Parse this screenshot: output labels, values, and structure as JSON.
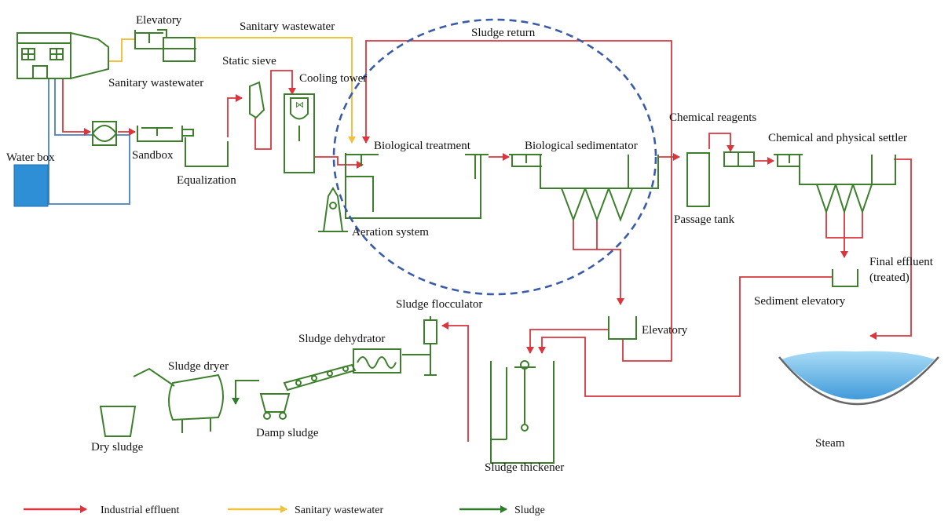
{
  "labels": {
    "elevatory_top": "Elevatory",
    "sanitary_top": "Sanitary wastewater",
    "sludge_return": "Sludge return",
    "sanitary_left": "Sanitary wastewater",
    "static_sieve": "Static sieve",
    "cooling_tower": "Cooling tower",
    "water_box": "Water box",
    "sandbox": "Sandbox",
    "equalization": "Equalization",
    "biological_treatment": "Biological treatment",
    "biological_sedimentator": "Biological sedimentator",
    "chemical_reagents": "Chemical reagents",
    "chem_phys_settler": "Chemical and physical settler",
    "aeration_system": "Aeration system",
    "passage_tank": "Passage tank",
    "final_effluent_1": "Final effluent",
    "final_effluent_2": "(treated)",
    "sediment_elevatory": "Sediment elevatory",
    "sludge_flocculator": "Sludge flocculator",
    "elevatory_mid": "Elevatory",
    "sludge_dehydrator": "Sludge dehydrator",
    "sludge_dryer": "Sludge dryer",
    "dry_sludge": "Dry sludge",
    "damp_sludge": "Damp sludge",
    "sludge_thickener": "Sludge thickener",
    "steam": "Steam"
  },
  "legend": [
    {
      "label": "Industrial effluent",
      "color": "#d9363e"
    },
    {
      "label": "Sanitary wastewater",
      "color": "#f0c23d"
    },
    {
      "label": "Sludge",
      "color": "#2f7d2a"
    }
  ],
  "colors": {
    "industrial": "#d9363e",
    "sanitary": "#f0c23d",
    "sludge": "#2f7d2a",
    "water": "#4a7fc1",
    "highlight_circle": "#3a5ba8"
  }
}
